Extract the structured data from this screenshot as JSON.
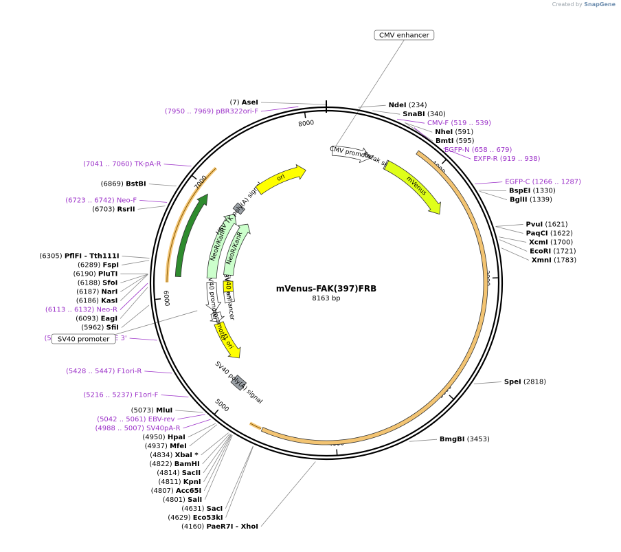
{
  "brand": {
    "created_by": "Created by",
    "app": "SnapGene"
  },
  "plasmid": {
    "name": "mVenus-FAK(397)FRB",
    "size_label": "8163 bp",
    "length": 8163
  },
  "colors": {
    "enzyme": "#000000",
    "primer": "#9b30c8",
    "backbone": "#000000",
    "feature_outline": "#333333"
  },
  "ticks": [
    "1000",
    "2000",
    "3000",
    "4000",
    "5000",
    "6000",
    "7000",
    "8000"
  ],
  "tick_positions": [
    1000,
    2000,
    3000,
    4000,
    5000,
    6000,
    7000,
    8000
  ],
  "labels": [
    {
      "kind": "enzyme",
      "pos": 7,
      "num": "(7)",
      "name": "AseI",
      "side": "L"
    },
    {
      "kind": "enzyme",
      "pos": 234,
      "num": "(234)",
      "name": "NdeI",
      "side": "R"
    },
    {
      "kind": "enzyme",
      "pos": 340,
      "num": "(340)",
      "name": "SnaBI",
      "side": "R"
    },
    {
      "kind": "primer",
      "pos": 529,
      "num": "(519 .. 539)",
      "name": "CMV-F",
      "side": "R"
    },
    {
      "kind": "enzyme",
      "pos": 591,
      "num": "(591)",
      "name": "NheI",
      "side": "R"
    },
    {
      "kind": "enzyme",
      "pos": 595,
      "num": "(595)",
      "name": "BmtI",
      "side": "R"
    },
    {
      "kind": "primer",
      "pos": 668,
      "num": "(658 .. 679)",
      "name": "EGFP-N",
      "side": "R"
    },
    {
      "kind": "primer",
      "pos": 928,
      "num": "(919 .. 938)",
      "name": "EXFP-R",
      "side": "R"
    },
    {
      "kind": "primer",
      "pos": 1276,
      "num": "(1266 .. 1287)",
      "name": "EGFP-C",
      "side": "R"
    },
    {
      "kind": "enzyme",
      "pos": 1330,
      "num": "(1330)",
      "name": "BspEI",
      "side": "R"
    },
    {
      "kind": "enzyme",
      "pos": 1339,
      "num": "(1339)",
      "name": "BglII",
      "side": "R"
    },
    {
      "kind": "enzyme",
      "pos": 1621,
      "num": "(1621)",
      "name": "PvuI",
      "side": "R"
    },
    {
      "kind": "enzyme",
      "pos": 1622,
      "num": "(1622)",
      "name": "PaqCI",
      "side": "R"
    },
    {
      "kind": "enzyme",
      "pos": 1700,
      "num": "(1700)",
      "name": "XcmI",
      "side": "R"
    },
    {
      "kind": "enzyme",
      "pos": 1721,
      "num": "(1721)",
      "name": "EcoRI",
      "side": "R"
    },
    {
      "kind": "enzyme",
      "pos": 1783,
      "num": "(1783)",
      "name": "XmnI",
      "side": "R"
    },
    {
      "kind": "enzyme",
      "pos": 2818,
      "num": "(2818)",
      "name": "SpeI",
      "side": "R"
    },
    {
      "kind": "enzyme",
      "pos": 3453,
      "num": "(3453)",
      "name": "BmgBI",
      "side": "R"
    },
    {
      "kind": "enzyme",
      "pos": 4160,
      "num": "(4160)",
      "name": "PaeR7I",
      "extra": "- XhoI",
      "side": "L"
    },
    {
      "kind": "enzyme",
      "pos": 4629,
      "num": "(4629)",
      "name": "Eco53kI",
      "side": "L"
    },
    {
      "kind": "enzyme",
      "pos": 4631,
      "num": "(4631)",
      "name": "SacI",
      "side": "L"
    },
    {
      "kind": "enzyme",
      "pos": 4801,
      "num": "(4801)",
      "name": "SalI",
      "side": "L"
    },
    {
      "kind": "enzyme",
      "pos": 4807,
      "num": "(4807)",
      "name": "Acc65I",
      "side": "L"
    },
    {
      "kind": "enzyme",
      "pos": 4811,
      "num": "(4811)",
      "name": "KpnI",
      "side": "L"
    },
    {
      "kind": "enzyme",
      "pos": 4814,
      "num": "(4814)",
      "name": "SacII",
      "side": "L"
    },
    {
      "kind": "enzyme",
      "pos": 4822,
      "num": "(4822)",
      "name": "BamHI",
      "side": "L"
    },
    {
      "kind": "enzyme",
      "pos": 4834,
      "num": "(4834)",
      "name": "XbaI *",
      "side": "L"
    },
    {
      "kind": "enzyme",
      "pos": 4937,
      "num": "(4937)",
      "name": "MfeI",
      "side": "L"
    },
    {
      "kind": "enzyme",
      "pos": 4950,
      "num": "(4950)",
      "name": "HpaI",
      "side": "L"
    },
    {
      "kind": "primer",
      "pos": 4997,
      "num": "(4988 .. 5007)",
      "name": "SV40pA-R",
      "side": "L"
    },
    {
      "kind": "primer",
      "pos": 5051,
      "num": "(5042 .. 5061)",
      "name": "EBV-rev",
      "side": "L"
    },
    {
      "kind": "enzyme",
      "pos": 5073,
      "num": "(5073)",
      "name": "MluI",
      "side": "L"
    },
    {
      "kind": "primer",
      "pos": 5226,
      "num": "(5216 .. 5237)",
      "name": "F1ori-F",
      "side": "L"
    },
    {
      "kind": "primer",
      "pos": 5437,
      "num": "(5428 .. 5447)",
      "name": "F1ori-R",
      "side": "L"
    },
    {
      "kind": "primer",
      "pos": 5700,
      "num": "(5690 .. 5710)",
      "name": "pBABE 3'",
      "side": "L"
    },
    {
      "kind": "enzyme",
      "pos": 5962,
      "num": "(5962)",
      "name": "SfiI",
      "side": "L"
    },
    {
      "kind": "enzyme",
      "pos": 6093,
      "num": "(6093)",
      "name": "EagI",
      "side": "L"
    },
    {
      "kind": "primer",
      "pos": 6122,
      "num": "(6113 .. 6132)",
      "name": "Neo-R",
      "side": "L"
    },
    {
      "kind": "enzyme",
      "pos": 6186,
      "num": "(6186)",
      "name": "KasI",
      "side": "L"
    },
    {
      "kind": "enzyme",
      "pos": 6187,
      "num": "(6187)",
      "name": "NarI",
      "side": "L"
    },
    {
      "kind": "enzyme",
      "pos": 6188,
      "num": "(6188)",
      "name": "SfoI",
      "side": "L"
    },
    {
      "kind": "enzyme",
      "pos": 6190,
      "num": "(6190)",
      "name": "PluTI",
      "side": "L"
    },
    {
      "kind": "enzyme",
      "pos": 6289,
      "num": "(6289)",
      "name": "FspI",
      "side": "L"
    },
    {
      "kind": "enzyme",
      "pos": 6305,
      "num": "(6305)",
      "name": "PflFI",
      "extra": "- Tth111I",
      "side": "L"
    },
    {
      "kind": "enzyme",
      "pos": 6703,
      "num": "(6703)",
      "name": "RsrII",
      "side": "L"
    },
    {
      "kind": "primer",
      "pos": 6732,
      "num": "(6723 .. 6742)",
      "name": "Neo-F",
      "side": "L"
    },
    {
      "kind": "enzyme",
      "pos": 6869,
      "num": "(6869)",
      "name": "BstBI",
      "side": "L"
    },
    {
      "kind": "primer",
      "pos": 7050,
      "num": "(7041 .. 7060)",
      "name": "TK-pA-R",
      "side": "L"
    },
    {
      "kind": "primer",
      "pos": 7959,
      "num": "(7950 .. 7969)",
      "name": "pBR322ori-F",
      "side": "L"
    }
  ],
  "boxed_labels": [
    {
      "name": "CMV enhancer",
      "pos": 60
    },
    {
      "name": "SV40 promoter",
      "pos": 5850
    }
  ],
  "features": [
    {
      "name": "CMV promoter",
      "start": 60,
      "end": 440,
      "color": "#ffffff",
      "ring": 2,
      "dir": 1
    },
    {
      "name": "Kozak sequence",
      "start": 600,
      "end": 612,
      "color": "#ffffff",
      "ring": 2,
      "dir": 0
    },
    {
      "name": "mVenus",
      "start": 612,
      "end": 1330,
      "color": "#dfff1a",
      "ring": 2,
      "dir": 1
    },
    {
      "name": "FAK(397)FRB",
      "start": 790,
      "end": 4620,
      "color": "#f3c472",
      "ring": 0,
      "dir": 1
    },
    {
      "name": "SV40 poly(A) signal",
      "start": 4960,
      "end": 5080,
      "color": "#9aa0a6",
      "ring": 2,
      "dir": 0
    },
    {
      "name": "f1 ori",
      "start": 5200,
      "end": 5660,
      "color": "#ffff00",
      "ring": 3,
      "dir": -1
    },
    {
      "name": "AmpR promoter",
      "start": 5680,
      "end": 5780,
      "color": "#ffffff",
      "ring": 3,
      "dir": -1
    },
    {
      "name": "SV40 promoter",
      "start": 5800,
      "end": 6130,
      "color": "#ffffff",
      "ring": 3,
      "dir": -1
    },
    {
      "name": "SV40 enhancer",
      "start": 5870,
      "end": 6010,
      "color": "#ffffff",
      "ring": 4,
      "dir": 0
    },
    {
      "name": "SV40 ori",
      "start": 6010,
      "end": 6150,
      "color": "#ffff00",
      "ring": 4,
      "dir": 0
    },
    {
      "name": "NeoR/KanR",
      "start": 6180,
      "end": 6960,
      "color": "#ccffcc",
      "ring": 3,
      "dir": 1
    },
    {
      "name": "NeoR/KanR",
      "start": 6230,
      "end": 6960,
      "color": "#ccffcc",
      "ring": 4,
      "dir": 1
    },
    {
      "name": "NeoR/KanR",
      "start": 6180,
      "end": 6960,
      "color": "#2e8b2e",
      "ring": 1,
      "dir": 1
    },
    {
      "name": "HSV TK poly(A) signal",
      "start": 7000,
      "end": 7080,
      "color": "#9aa0a6",
      "ring": 3,
      "dir": 0
    },
    {
      "name": "ori",
      "start": 7340,
      "end": 7930,
      "color": "#ffff00",
      "ring": 3,
      "dir": 1
    }
  ],
  "orange_arcs": [
    {
      "start": 6130,
      "end": 7170,
      "dir": 1
    },
    {
      "start": 6180,
      "end": 6960,
      "dir": 1
    },
    {
      "start": 4630,
      "end": 4730,
      "dir": 1
    }
  ]
}
